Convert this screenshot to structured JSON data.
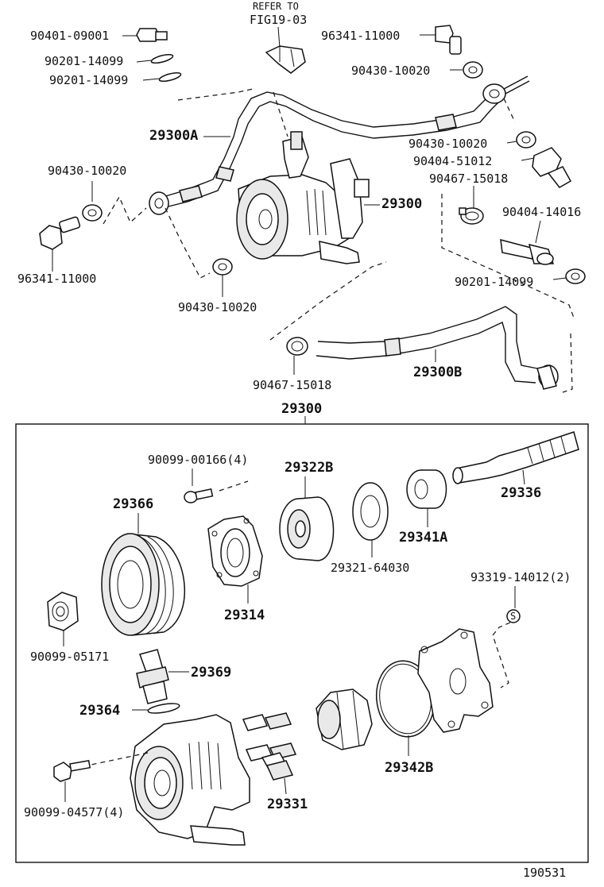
{
  "diagram": {
    "top_labels": {
      "refer_to_line1": "REFER TO",
      "refer_to_line2": "FIG19-03",
      "p_90401_09001": "90401-09001",
      "p_90201_14099_a": "90201-14099",
      "p_90201_14099_b": "90201-14099",
      "p_96341_11000_top": "96341-11000",
      "p_90430_10020_a": "90430-10020",
      "p_29300A": "29300A",
      "p_90430_10020_b": "90430-10020",
      "p_90404_51012": "90404-51012",
      "p_90430_10020_c": "90430-10020",
      "p_90467_15018_a": "90467-15018",
      "p_29300": "29300",
      "p_90404_14016": "90404-14016",
      "p_96341_11000_left": "96341-11000",
      "p_90201_14099_c": "90201-14099",
      "p_90430_10020_d": "90430-10020",
      "p_90467_15018_b": "90467-15018",
      "p_29300B": "29300B"
    },
    "box_title": "29300",
    "box_labels": {
      "p_90099_00166": "90099-00166(4)",
      "p_29322B": "29322B",
      "p_29366": "29366",
      "p_29336": "29336",
      "p_29341A": "29341A",
      "p_29321_64030": "29321-64030",
      "p_93319_14012": "93319-14012(2)",
      "p_29314": "29314",
      "p_90099_05171": "90099-05171",
      "p_29369": "29369",
      "p_29364": "29364",
      "p_29342B": "29342B",
      "p_29331": "29331",
      "p_90099_04577": "90099-04577(4)"
    },
    "figure_number": "190531"
  }
}
